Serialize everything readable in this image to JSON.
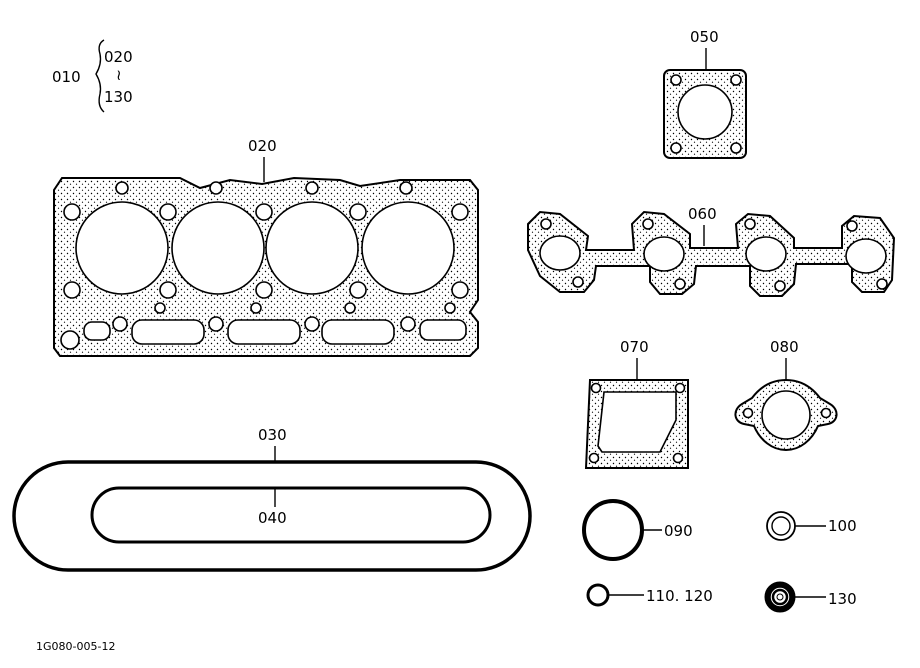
{
  "diagram": {
    "group": {
      "main": "010",
      "range_start": "020",
      "range_mark": "≀",
      "range_end": "130"
    },
    "parts": [
      {
        "id": "p020",
        "label": "020"
      },
      {
        "id": "p030",
        "label": "030"
      },
      {
        "id": "p040",
        "label": "040"
      },
      {
        "id": "p050",
        "label": "050"
      },
      {
        "id": "p060",
        "label": "060"
      },
      {
        "id": "p070",
        "label": "070"
      },
      {
        "id": "p080",
        "label": "080"
      },
      {
        "id": "p090",
        "label": "090"
      },
      {
        "id": "p100",
        "label": "100"
      },
      {
        "id": "p110",
        "label": "110. 120"
      },
      {
        "id": "p130",
        "label": "130"
      }
    ],
    "footer_code": "1G080-005-12"
  }
}
